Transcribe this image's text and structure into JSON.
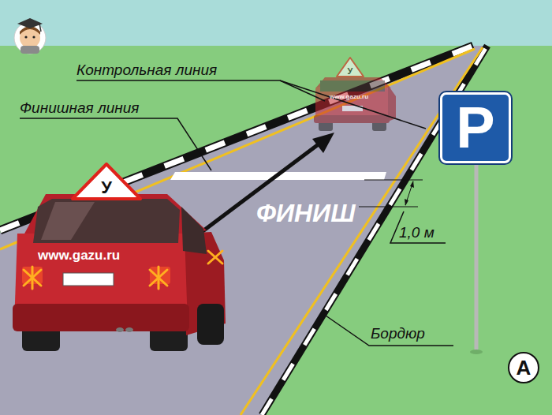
{
  "diagram": {
    "nodes": [
      {
        "text": [
          "У"
        ]
      },
      {
        "text": [
          "P"
        ]
      },
      {
        "text": [
          "У"
        ]
      },
      {
        "text": [
          "A"
        ]
      }
    ],
    "labels": [
      "Контрольная линия",
      "Финишная линия",
      "www.gazu.ru",
      "ФИНИШ",
      "1,0 м",
      "www.gazu.ru",
      "Бордюр"
    ]
  }
}
